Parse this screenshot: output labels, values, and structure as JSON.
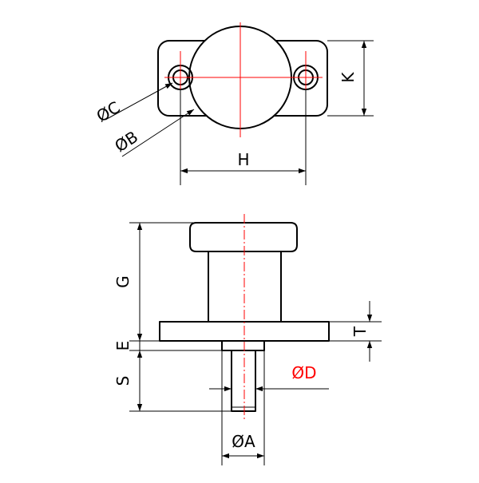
{
  "drawing": {
    "dimensions": {
      "phi_c": "ØC",
      "phi_b": "ØB",
      "h": "H",
      "k": "K",
      "g": "G",
      "e": "E",
      "s": "S",
      "t": "T",
      "phi_d": "ØD",
      "phi_a": "ØA"
    },
    "colors": {
      "outline": "#000000",
      "centerline": "#ff0000",
      "highlight_label": "#ff0000"
    }
  }
}
